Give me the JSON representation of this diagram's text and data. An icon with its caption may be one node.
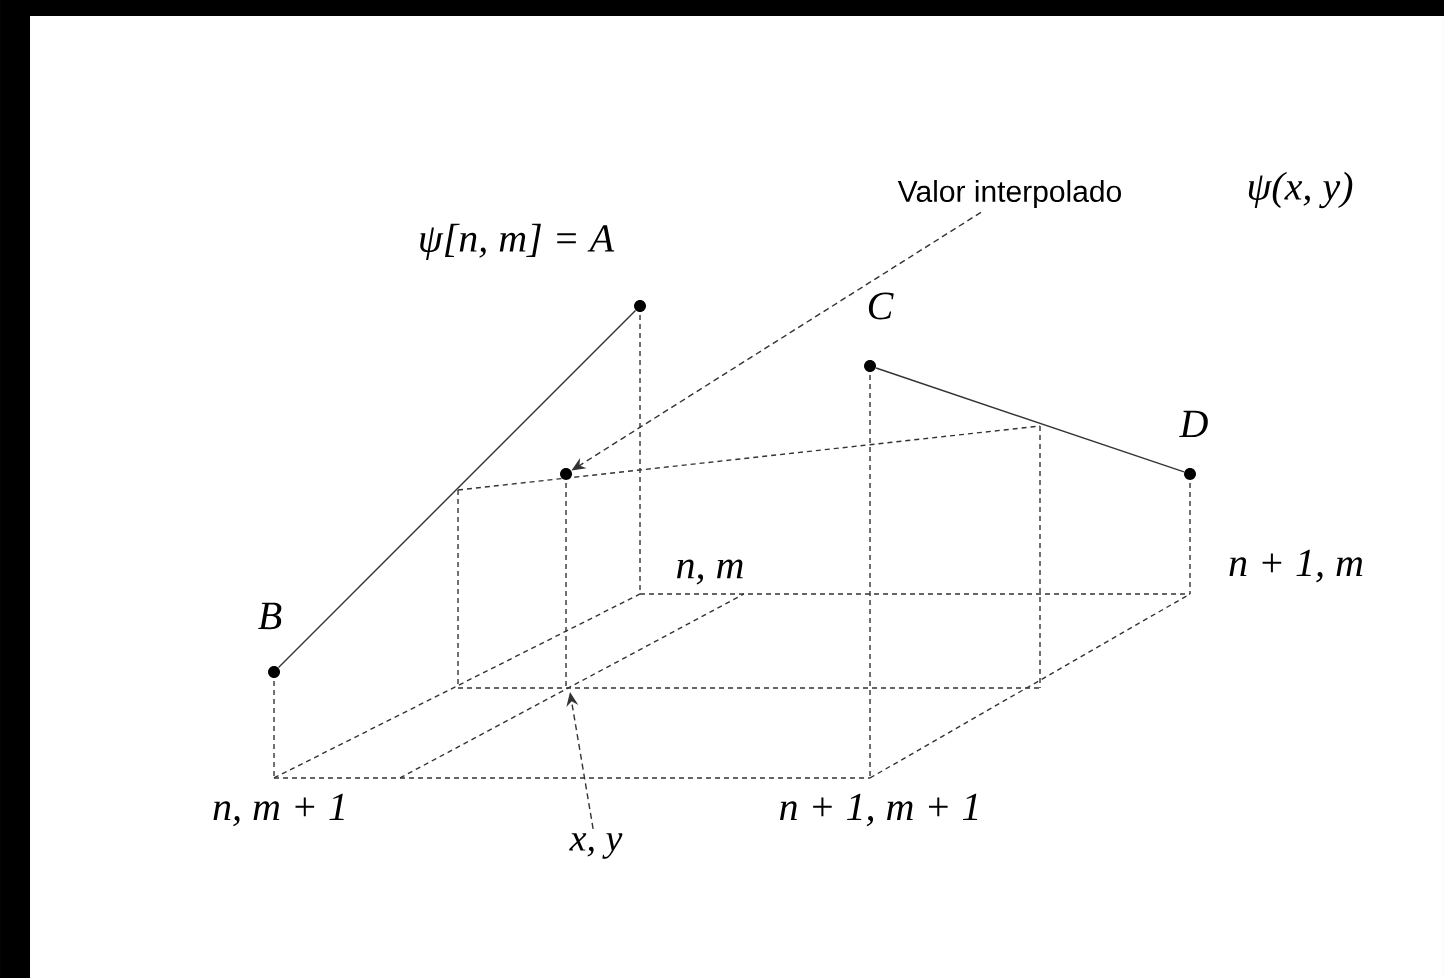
{
  "diagram": {
    "nodes": [
      {
        "text": [
          "Valor interpolado"
        ]
      },
      {
        "text": [],
        "shape": "circle",
        "beside": [
          "ψ[n, m] = A"
        ]
      },
      {
        "text": [],
        "shape": "circle",
        "beside": [
          "C"
        ]
      },
      {
        "text": [],
        "shape": "circle",
        "beside": [
          "D"
        ]
      },
      {
        "text": [],
        "shape": "circle"
      },
      {
        "text": [],
        "shape": "circle",
        "beside": [
          "B"
        ]
      },
      {
        "text": [
          "x, y"
        ]
      }
    ],
    "edges": [
      {
        "from": 0,
        "to": 4,
        "arrow": "to",
        "style": "dashed"
      },
      {
        "from": 1,
        "to": 5,
        "arrow": "none"
      },
      {
        "from": 2,
        "to": 3,
        "arrow": "none"
      },
      {
        "from": 6,
        "to": null,
        "arrow": "to",
        "style": "dashed"
      }
    ],
    "labels": [
      "ψ(x, y)",
      "n, m",
      "n + 1, m",
      "n, m + 1",
      "n + 1, m + 1"
    ]
  }
}
